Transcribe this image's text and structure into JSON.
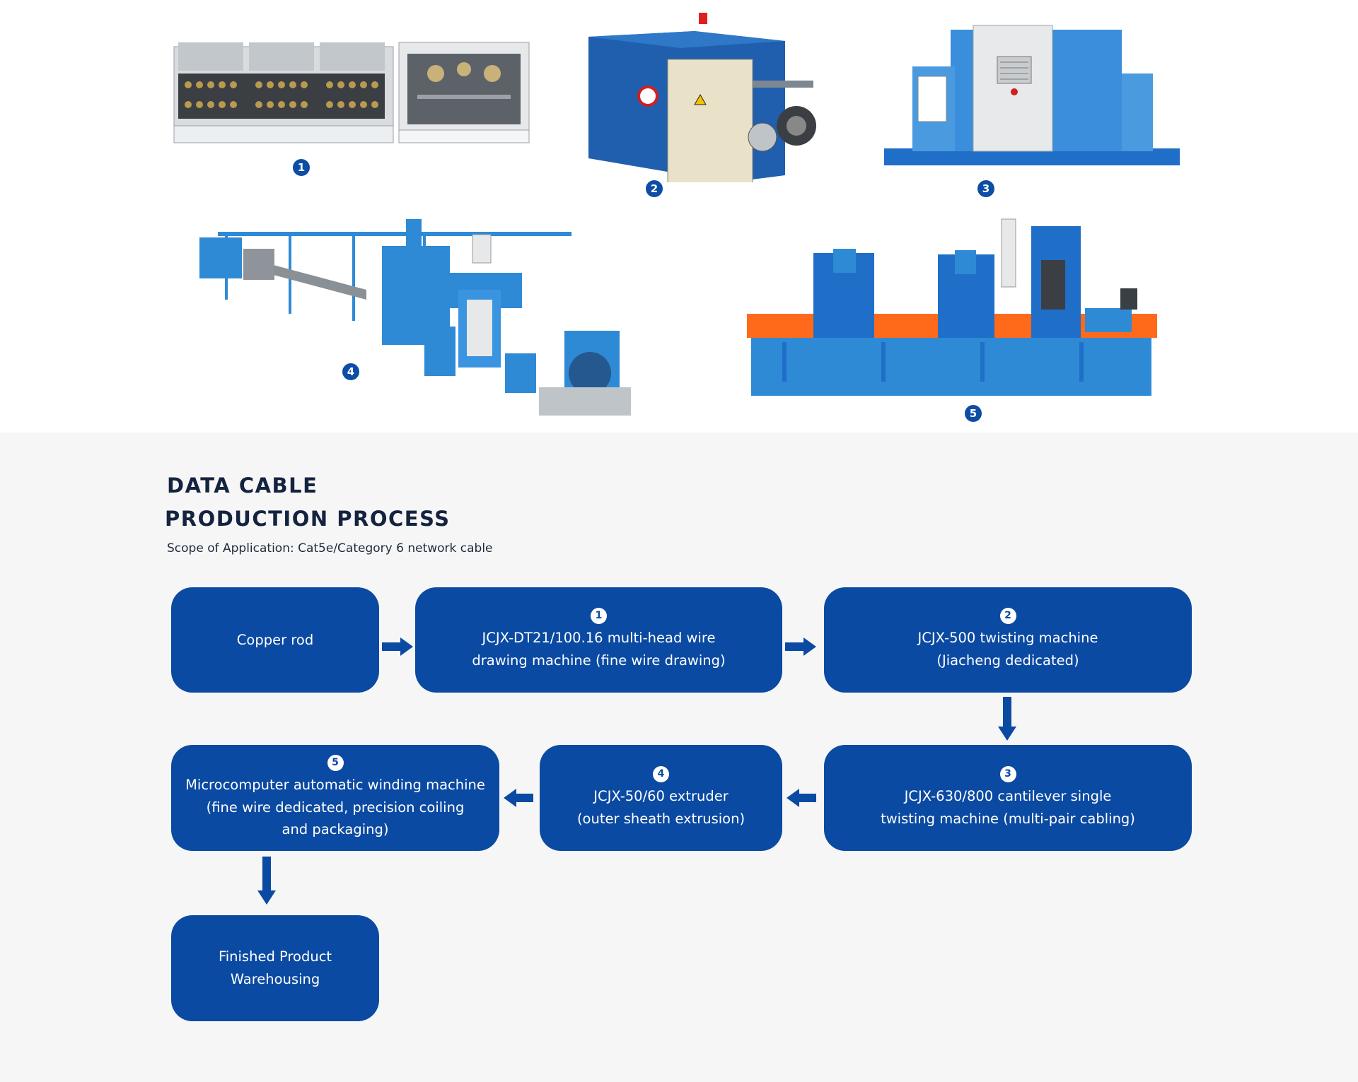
{
  "header": {
    "title_line1": "DATA CABLE",
    "title_line2": "PRODUCTION PROCESS",
    "subtitle": "Scope of Application: Cat5e/Category 6 network cable"
  },
  "gallery": {
    "badges": [
      "1",
      "2",
      "3",
      "4",
      "5"
    ]
  },
  "process": {
    "steps": [
      {
        "id": "copper-rod",
        "number": "",
        "label": "Copper rod"
      },
      {
        "id": "wire-drawing",
        "number": "1",
        "label": "JCJX-DT21/100.16 multi-head wire\ndrawing machine (fine wire drawing)"
      },
      {
        "id": "twisting",
        "number": "2",
        "label": "JCJX-500 twisting machine\n(Jiacheng dedicated)"
      },
      {
        "id": "cantilever",
        "number": "3",
        "label": "JCJX-630/800 cantilever single\ntwisting machine (multi-pair cabling)"
      },
      {
        "id": "extruder",
        "number": "4",
        "label": "JCJX-50/60 extruder\n(outer sheath extrusion)"
      },
      {
        "id": "winding",
        "number": "5",
        "label": "Microcomputer automatic winding machine\n(fine wire dedicated, precision coiling\nand packaging)"
      },
      {
        "id": "warehousing",
        "number": "",
        "label": "Finished Product\nWarehousing"
      }
    ]
  },
  "colors": {
    "primary_blue": "#0b4aa2",
    "machine_blue": "#2f8ad6",
    "title_navy": "#14233f",
    "section_bg": "#f6f6f6"
  }
}
